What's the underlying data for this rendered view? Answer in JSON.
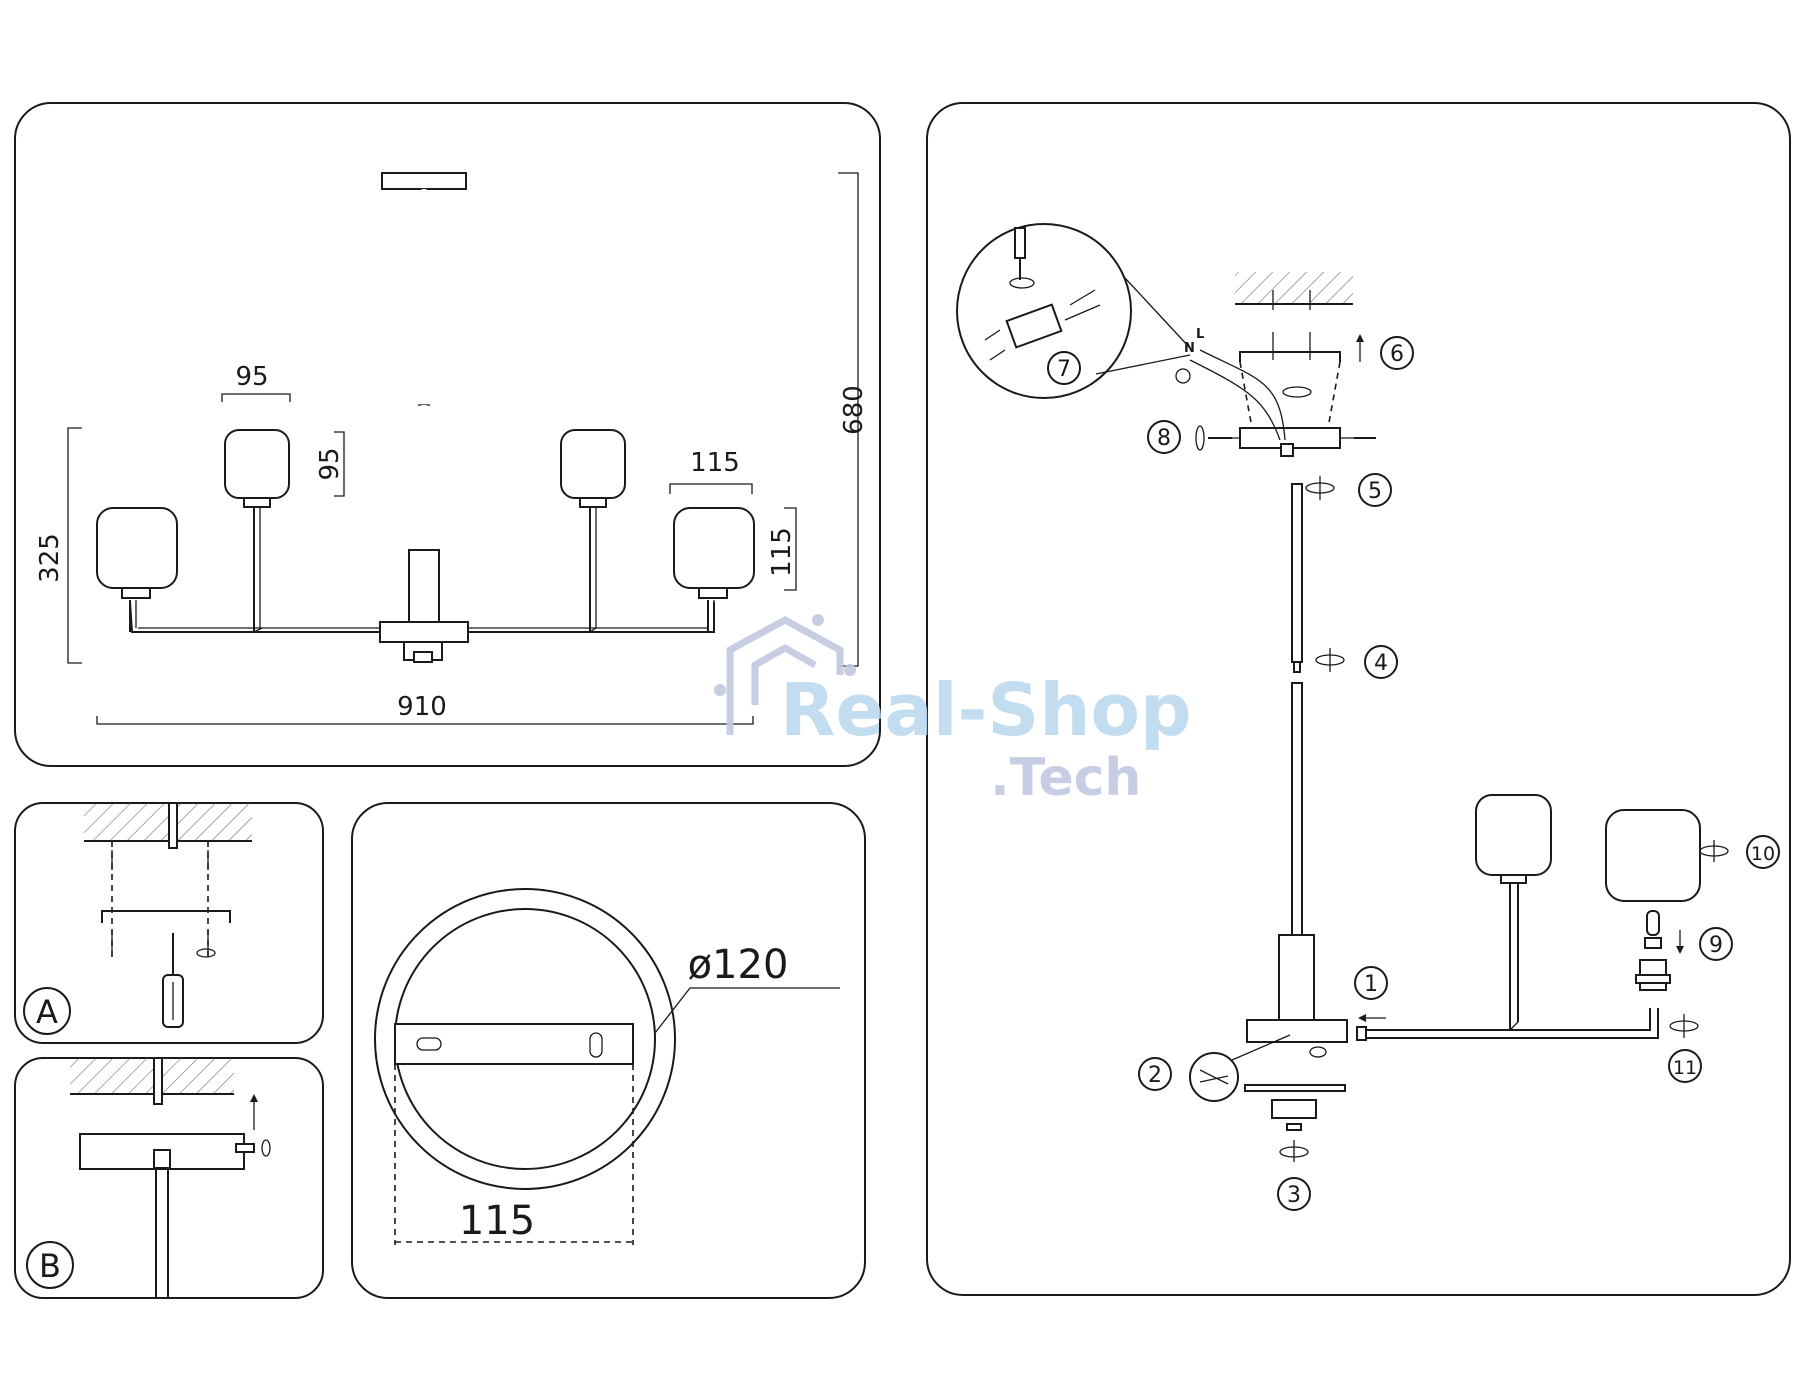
{
  "dimensions": {
    "overall_height": "680",
    "overall_width": "910",
    "arm_height": "325",
    "shade_width_top": "95",
    "shade_height_top": "95",
    "shade_width_side": "115",
    "shade_height_side": "115",
    "canopy_diameter": "ø120",
    "mount_width": "115"
  },
  "panels": {
    "mount_a": "A",
    "mount_b": "B"
  },
  "wiring": {
    "neutral": "N",
    "live": "L"
  },
  "steps": [
    "1",
    "2",
    "3",
    "4",
    "5",
    "6",
    "7",
    "8",
    "9",
    "10",
    "11"
  ],
  "watermark": {
    "line1": "Real-Shop",
    "line2": ".Tech"
  }
}
